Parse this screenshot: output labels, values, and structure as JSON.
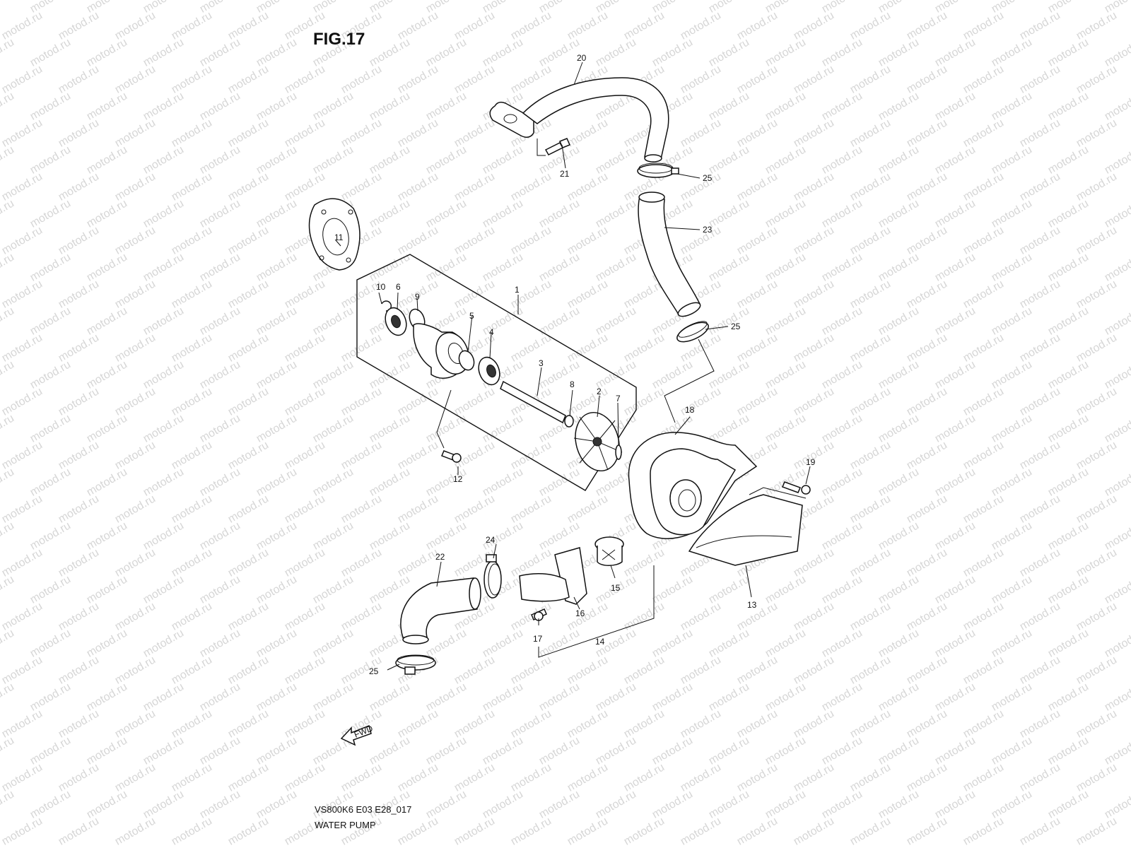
{
  "figure": {
    "title": "FIG.17",
    "model_code": "VS800K6 E03 E28_017",
    "section_name": "WATER PUMP"
  },
  "watermark": {
    "text": "motod.ru",
    "color": "#d6d6d6"
  },
  "fwd_label": "FWD",
  "callouts": {
    "c1": "1",
    "c2": "2",
    "c3": "3",
    "c4": "4",
    "c5": "5",
    "c6": "6",
    "c7": "7",
    "c8": "8",
    "c9": "9",
    "c10": "10",
    "c11": "11",
    "c12": "12",
    "c13": "13",
    "c14": "14",
    "c15": "15",
    "c16": "16",
    "c17": "17",
    "c18": "18",
    "c19": "19",
    "c20": "20",
    "c21": "21",
    "c22": "22",
    "c23": "23",
    "c24": "24",
    "c25a": "25",
    "c25b": "25",
    "c25c": "25"
  }
}
